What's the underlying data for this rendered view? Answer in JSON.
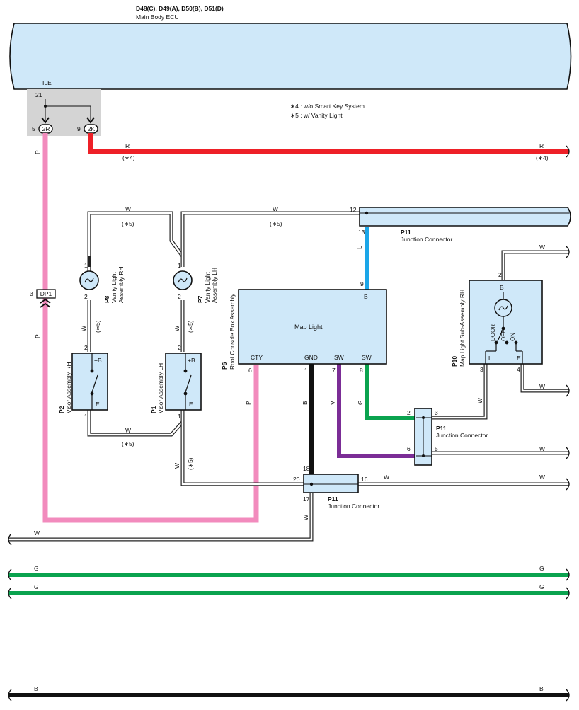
{
  "ecu": {
    "connectors": "D48(C), D49(A), D50(B), D51(D)",
    "name": "Main Body ECU",
    "terminal_label": "ILE",
    "pin_in": "21",
    "out_left_pin": "5",
    "out_left_conn": "2R",
    "out_right_pin": "9",
    "out_right_conn": "2K"
  },
  "notes": {
    "note4": "∗4 : w/o Smart Key System",
    "note5": "∗5 : w/ Vanity Light"
  },
  "wire_labels": {
    "R": "R",
    "P": "P",
    "W": "W",
    "L": "L",
    "B": "B",
    "V": "V",
    "G": "G",
    "s4": "(∗4)",
    "s5": "(∗5)"
  },
  "dp1": {
    "code": "DP1",
    "pin": "3"
  },
  "components": {
    "p11": {
      "code": "P11",
      "name": "Junction Connector"
    },
    "p8": {
      "code": "P8",
      "name1": "Vanity Light",
      "name2": "Assembly RH",
      "pin_top": "1",
      "pin_bot": "2"
    },
    "p7": {
      "code": "P7",
      "name1": "Vanity Light",
      "name2": "Assembly LH",
      "pin_top": "1",
      "pin_bot": "2"
    },
    "p2": {
      "code": "P2",
      "name": "Visor Assembly RH",
      "pin_top": "2",
      "pin_bot": "1",
      "plusb": "+B",
      "e": "E"
    },
    "p1": {
      "code": "P1",
      "name": "Visor Assembly LH",
      "pin_top": "2",
      "pin_bot": "1",
      "plusb": "+B",
      "e": "E"
    },
    "p6": {
      "code": "P6",
      "name": "Roof Console Box Assembly",
      "title": "Map Light",
      "t_b": "B",
      "t_cty": "CTY",
      "t_gnd": "GND",
      "t_sw1": "SW",
      "t_sw2": "SW",
      "pin_b": "9",
      "pin_cty": "6",
      "pin_gnd": "1",
      "pin_sw1": "7",
      "pin_sw2": "8"
    },
    "p10": {
      "code": "P10",
      "name": "Map Light Sub-Assembly RH",
      "t_b": "B",
      "t_l": "L",
      "t_e": "E",
      "door": "DOOR",
      "off": "OFF",
      "on": "ON",
      "pin_b": "2",
      "pin_l": "3",
      "pin_e": "4"
    }
  },
  "pins": {
    "jtop_12": "12",
    "jtop_13": "13",
    "jmid_2": "2",
    "jmid_3": "3",
    "jmid_6": "6",
    "jmid_5": "5",
    "jbot_18": "18",
    "jbot_20": "20",
    "jbot_16": "16",
    "jbot_17": "17"
  }
}
